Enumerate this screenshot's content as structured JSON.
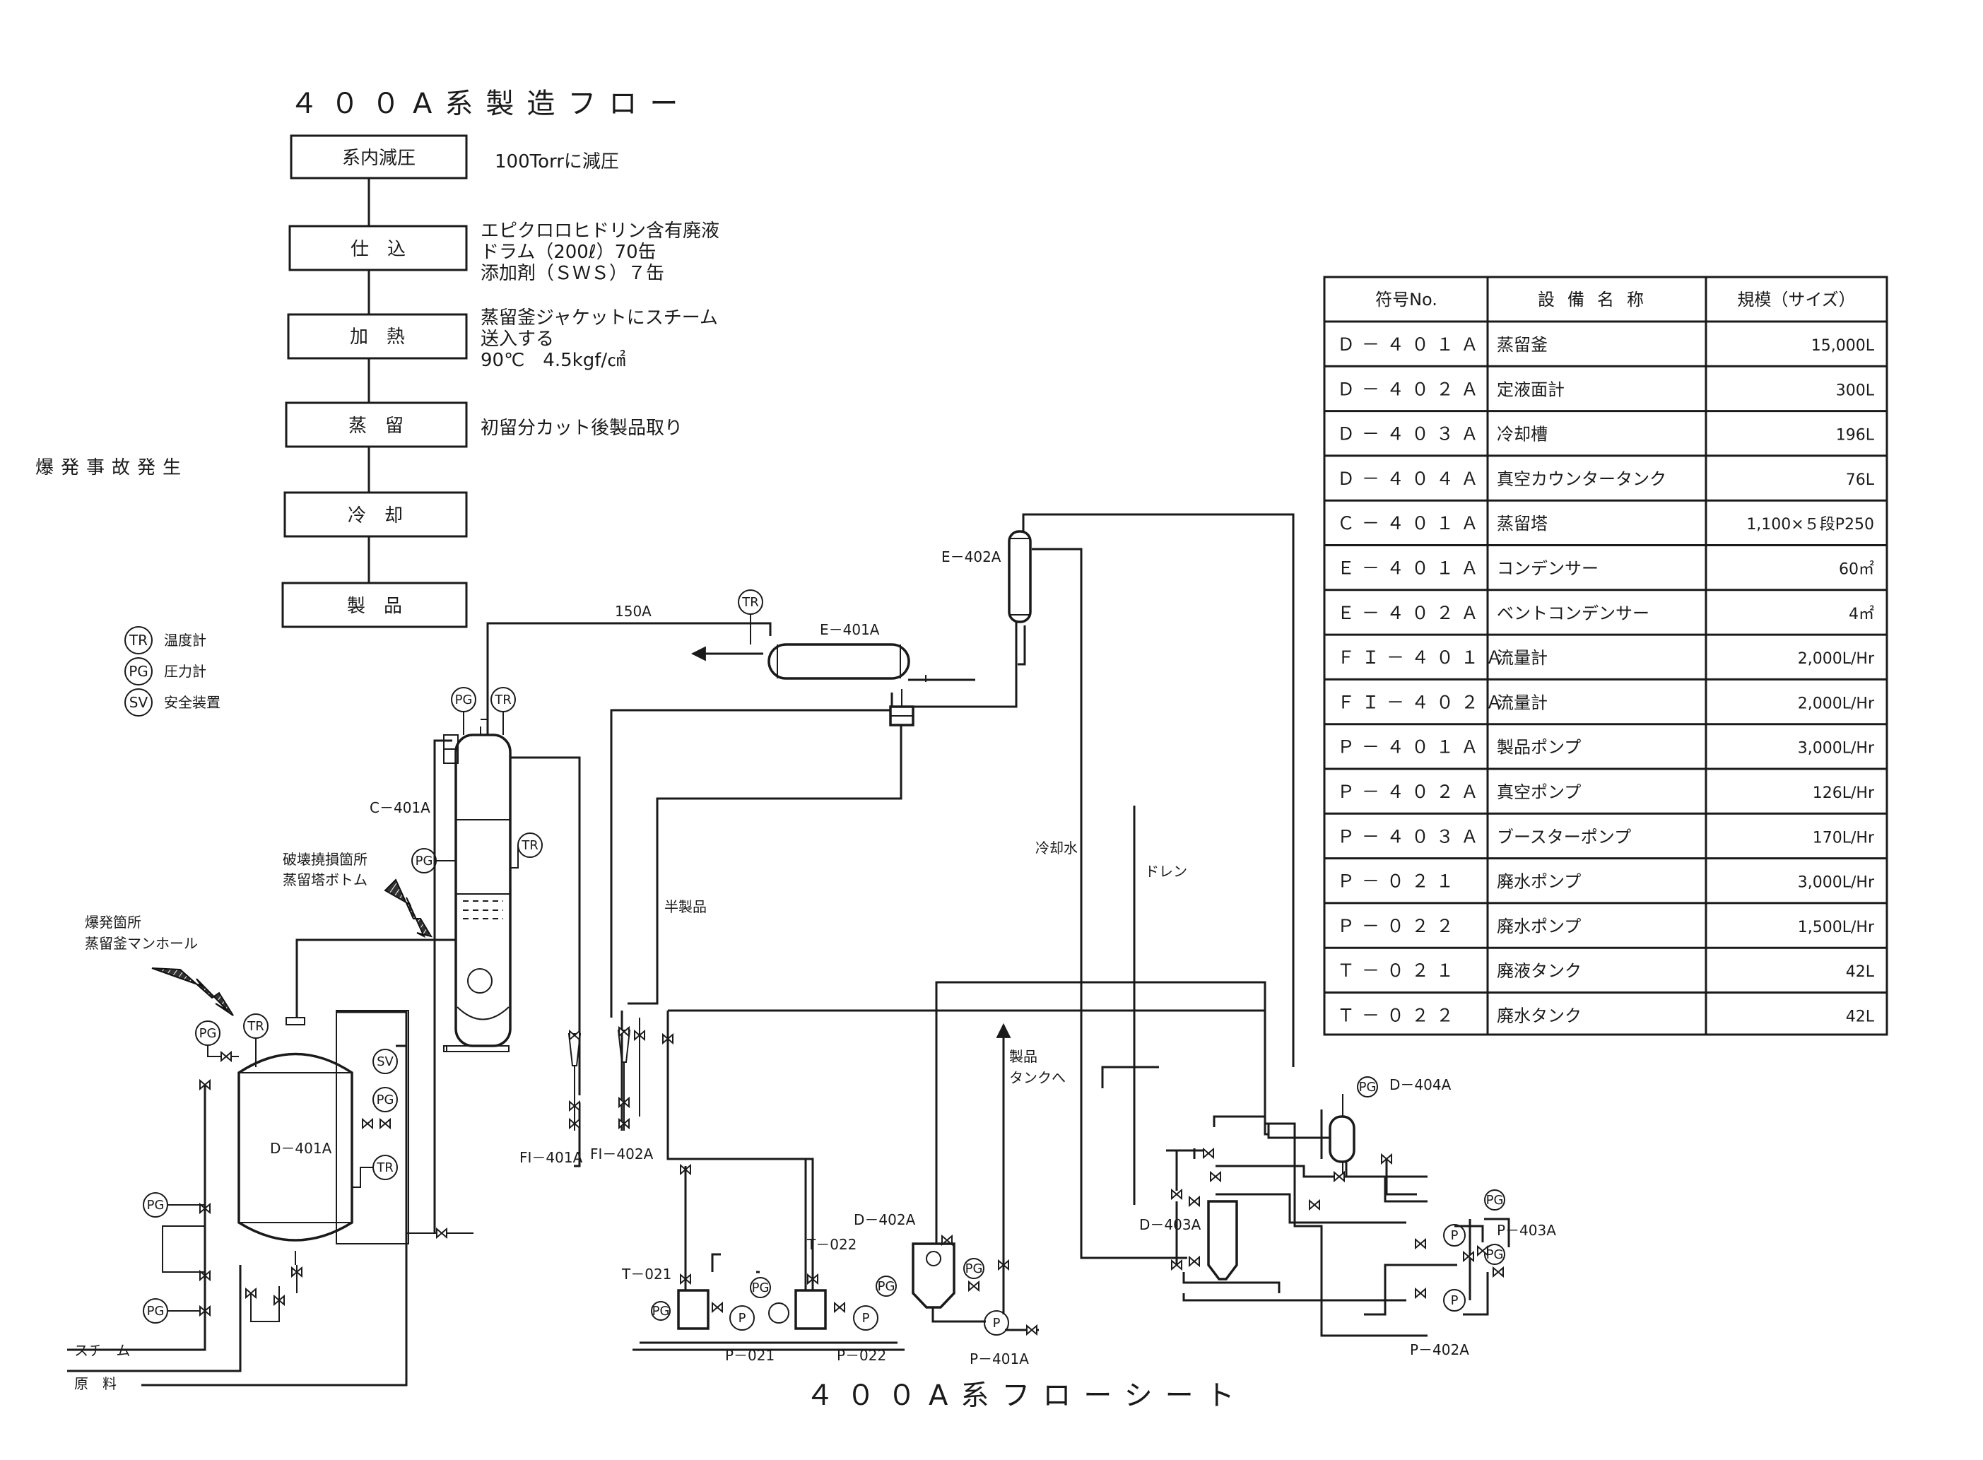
{
  "process_title": "４００A系製造フロー",
  "sheet_title": "４００A系フローシート",
  "steps": [
    {
      "label": "系内減圧",
      "note": [
        "100Torrに減圧"
      ]
    },
    {
      "label": "仕　込",
      "note": [
        "エピクロロヒドリン含有廃液",
        "ドラム（200ℓ）70缶",
        "添加剤（ＳＷＳ）７缶"
      ]
    },
    {
      "label": "加　熱",
      "note": [
        "蒸留釜ジャケットにスチーム",
        "送入する",
        "90℃　4.5kgf/㎠"
      ]
    },
    {
      "label": "蒸　留",
      "note": [
        "初留分カット後製品取り"
      ]
    },
    {
      "label": "冷　却",
      "note": []
    },
    {
      "label": "製　品",
      "note": []
    }
  ],
  "accident_note": "爆発事故発生",
  "legend": [
    {
      "symbol": "TR",
      "text": "温度計"
    },
    {
      "symbol": "PG",
      "text": "圧力計"
    },
    {
      "symbol": "SV",
      "text": "安全装置"
    }
  ],
  "table": {
    "headers": [
      "符号No.",
      "設備名称",
      "規模（サイズ）"
    ],
    "rows": [
      {
        "code": "Ｄ－４０１Ａ",
        "name": "蒸留釜",
        "size": "15,000L"
      },
      {
        "code": "Ｄ－４０２Ａ",
        "name": "定液面計",
        "size": "300L"
      },
      {
        "code": "Ｄ－４０３Ａ",
        "name": "冷却槽",
        "size": "196L"
      },
      {
        "code": "Ｄ－４０４Ａ",
        "name": "真空カウンタータンク",
        "size": "76L"
      },
      {
        "code": "Ｃ－４０１Ａ",
        "name": "蒸留塔",
        "size": "1,100×５段P250"
      },
      {
        "code": "Ｅ－４０１Ａ",
        "name": "コンデンサー",
        "size": "60㎡"
      },
      {
        "code": "Ｅ－４０２Ａ",
        "name": "ベントコンデンサー",
        "size": "4㎡"
      },
      {
        "code": "ＦＩ－４０１Ａ",
        "name": "流量計",
        "size": "2,000L/Hr"
      },
      {
        "code": "ＦＩ－４０２Ａ",
        "name": "流量計",
        "size": "2,000L/Hr"
      },
      {
        "code": "Ｐ－４０１Ａ",
        "name": "製品ポンプ",
        "size": "3,000L/Hr"
      },
      {
        "code": "Ｐ－４０２Ａ",
        "name": "真空ポンプ",
        "size": "126L/Hr"
      },
      {
        "code": "Ｐ－４０３Ａ",
        "name": "ブースターポンプ",
        "size": "170L/Hr"
      },
      {
        "code": "Ｐ－０２１",
        "name": "廃水ポンプ",
        "size": "3,000L/Hr"
      },
      {
        "code": "Ｐ－０２２",
        "name": "廃水ポンプ",
        "size": "1,500L/Hr"
      },
      {
        "code": "Ｔ－０２１",
        "name": "廃液タンク",
        "size": "42L"
      },
      {
        "code": "Ｔ－０２２",
        "name": "廃水タンク",
        "size": "42L"
      }
    ]
  },
  "diagram": {
    "pipe_150a": "150A",
    "e401a": "E－401A",
    "e402a": "E－402A",
    "c401a": "C－401A",
    "d401a": "D－401A",
    "d402a": "D－402A",
    "d403a": "D－403A",
    "d404a": "D－404A",
    "fi401a": "FI－401A",
    "fi402a": "FI－402A",
    "t021": "T－021",
    "t022": "T－022",
    "p021": "P－021",
    "p022": "P－022",
    "p401a": "P－401A",
    "p402a": "P－402A",
    "p403a": "P－403A",
    "damage_note_1": "破壊撓損箇所",
    "damage_note_2": "蒸留塔ボトム",
    "explosion_note_1": "爆発箇所",
    "explosion_note_2": "蒸留釜マンホール",
    "semi_product": "半製品",
    "cooling_water": "冷却水",
    "drain": "ドレン",
    "product_to_tank_1": "製品",
    "product_to_tank_2": "タンクへ",
    "steam": "スチーム",
    "raw_material": "原　料",
    "tag_tr": "TR",
    "tag_pg": "PG",
    "tag_sv": "SV",
    "tag_p": "P"
  }
}
